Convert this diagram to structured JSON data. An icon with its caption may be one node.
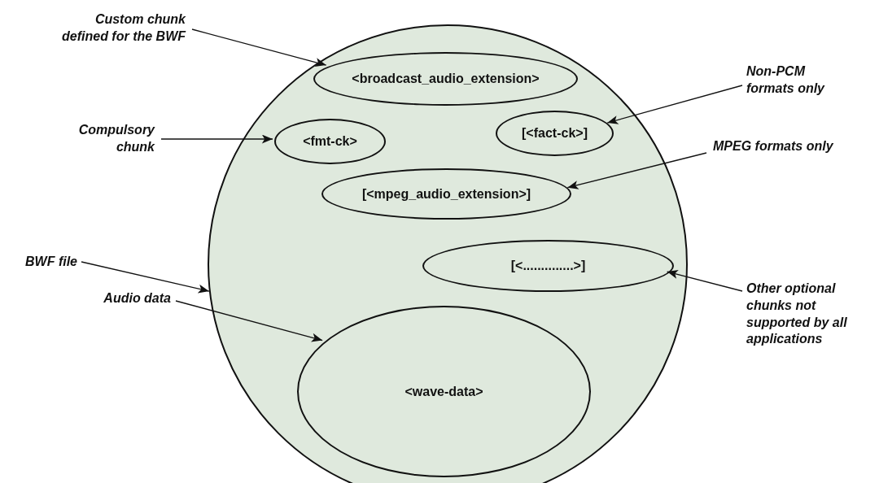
{
  "diagram": {
    "nodes": [
      {
        "text": [],
        "shape": "circle"
      },
      {
        "text": [
          "<broadcast_audio_extension>"
        ],
        "in": 0
      },
      {
        "text": [
          "<fmt-ck>"
        ],
        "in": 0
      },
      {
        "text": [
          "[<fact-ck>]"
        ],
        "in": 0
      },
      {
        "text": [
          "[<mpeg_audio_extension>]"
        ],
        "in": 0
      },
      {
        "text": [
          "[<..............>]"
        ],
        "in": 0
      },
      {
        "text": [
          "<wave-data>"
        ],
        "in": 0
      },
      {
        "text": [
          "Custom chunk defined for the BWF"
        ]
      },
      {
        "text": [
          "Compulsory chunk"
        ]
      },
      {
        "text": [
          "Non-PCM formats only"
        ]
      },
      {
        "text": [
          "MPEG formats only"
        ]
      },
      {
        "text": [
          "BWF file"
        ]
      },
      {
        "text": [
          "Other optional chunks not supported by all applications"
        ]
      },
      {
        "text": [
          "Audio data"
        ]
      }
    ],
    "edges": [
      {
        "from": 7,
        "to": 1,
        "arrow": "to"
      },
      {
        "from": 8,
        "to": 2,
        "arrow": "to"
      },
      {
        "from": 9,
        "to": 3,
        "arrow": "to"
      },
      {
        "from": 10,
        "to": 4,
        "arrow": "to"
      },
      {
        "from": 11,
        "to": 0,
        "arrow": "to"
      },
      {
        "from": 12,
        "to": 5,
        "arrow": "to"
      },
      {
        "from": 13,
        "to": 6,
        "arrow": "to"
      }
    ]
  }
}
